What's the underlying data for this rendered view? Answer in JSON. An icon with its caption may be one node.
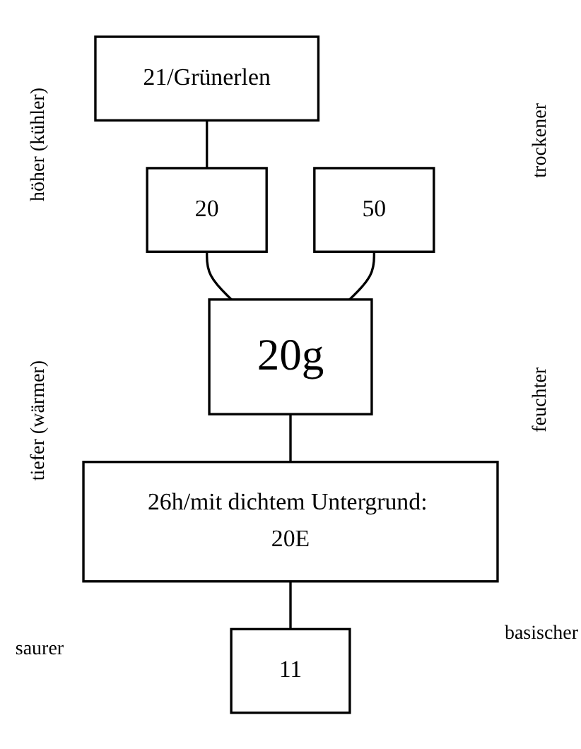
{
  "diagram": {
    "nodes": [
      {
        "text": [
          "21/Grünerlen"
        ]
      },
      {
        "text": [
          "20"
        ]
      },
      {
        "text": [
          "20g"
        ]
      },
      {
        "text": [
          "50"
        ]
      },
      {
        "text": [
          "26h/mit dichtem Untergrund: 20E"
        ]
      },
      {
        "text": [
          "11"
        ]
      }
    ],
    "edges": [
      {
        "from": 0,
        "to": 1,
        "arrow": "none"
      },
      {
        "from": 1,
        "to": 2,
        "arrow": "none"
      },
      {
        "from": 3,
        "to": 2,
        "arrow": "none"
      },
      {
        "from": 2,
        "to": 4,
        "arrow": "none"
      },
      {
        "from": 4,
        "to": 5,
        "arrow": "none"
      }
    ],
    "labels": [
      "höher (kühler)",
      "trockener",
      "feuchter",
      "tiefer (wärmer)",
      "saurer",
      "basischer"
    ]
  }
}
